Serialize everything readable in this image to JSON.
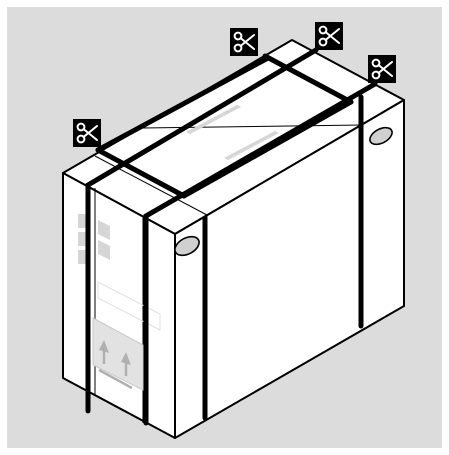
{
  "figure": {
    "subject": "shipping-box-with-straps",
    "colors": {
      "panel_background": "#dcdcdc",
      "box_face": "#ffffff",
      "outline": "#000000",
      "strap": "#000000",
      "faint_print": "#d6d6d6",
      "handle_fill": "#d0d0d0",
      "cut_badge_bg": "#000000",
      "cut_badge_icon": "#ffffff"
    },
    "cut_markers": [
      {
        "icon": "scissors-icon",
        "target": "front-left-strap"
      },
      {
        "icon": "scissors-icon",
        "target": "front-right-strap"
      },
      {
        "icon": "scissors-icon",
        "target": "back-left-strap"
      },
      {
        "icon": "scissors-icon",
        "target": "back-right-strap"
      }
    ],
    "markings": [
      {
        "icon": "this-side-up-arrows-icon"
      },
      {
        "icon": "fragile-print-icon"
      }
    ],
    "handles": [
      {
        "icon": "hand-hole-icon",
        "location": "front-end"
      },
      {
        "icon": "hand-hole-icon",
        "location": "back-end"
      }
    ]
  }
}
